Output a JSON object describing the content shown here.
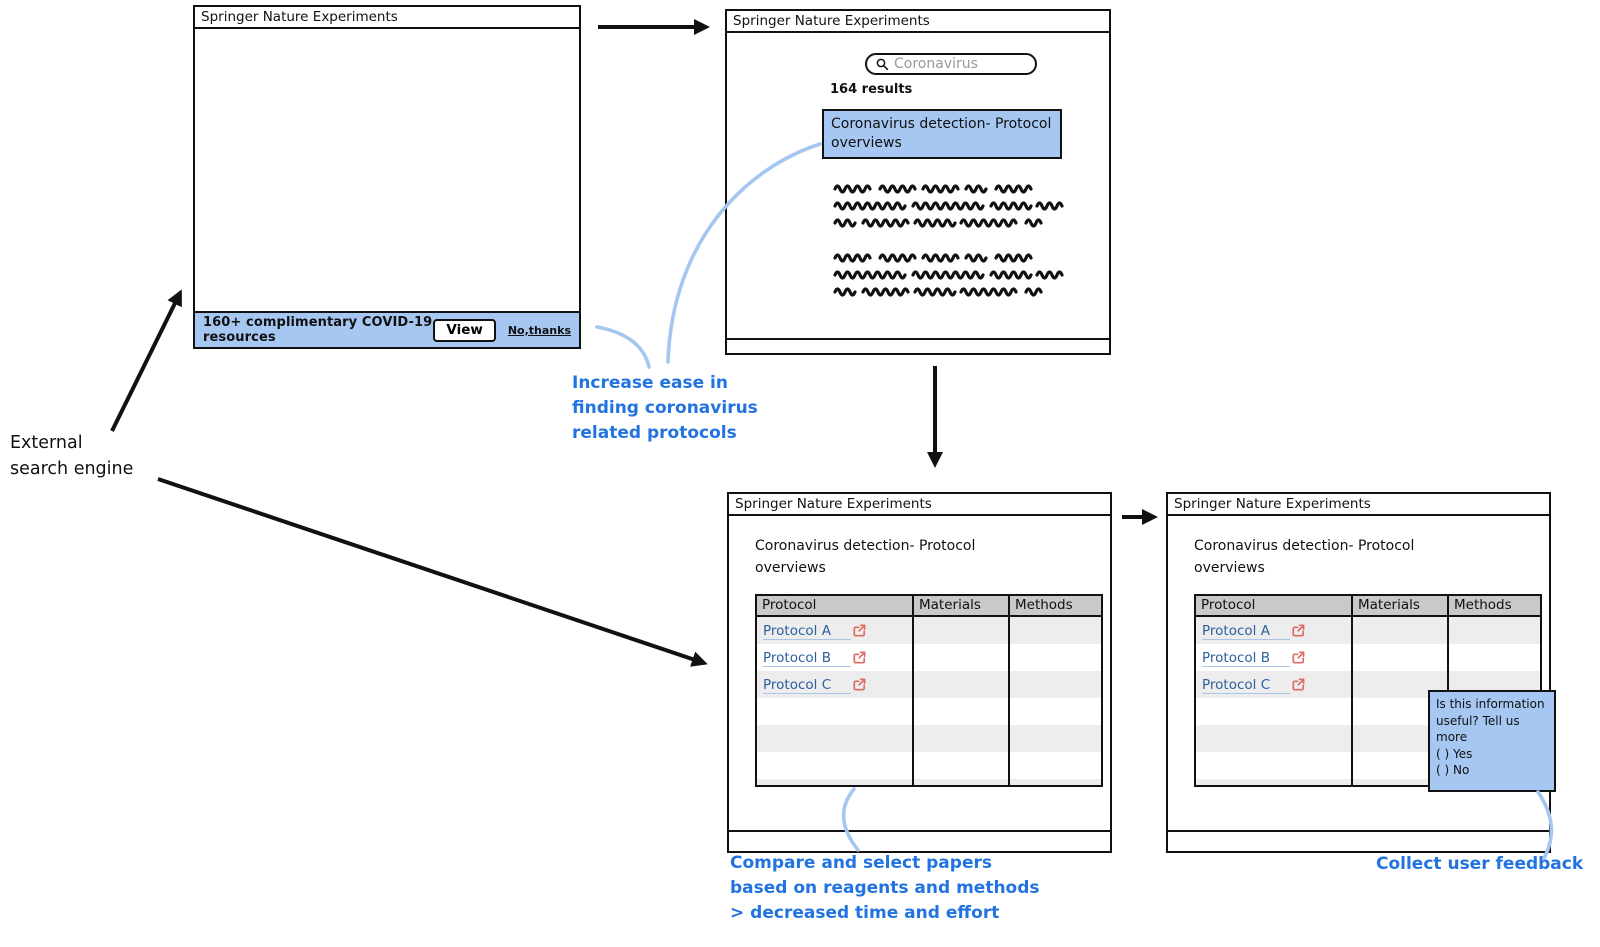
{
  "labels": {
    "external_search_engine": "External\nsearch engine"
  },
  "annotations": {
    "increase_ease": "Increase ease in\nfinding coronavirus\nrelated protocols",
    "compare_select": "Compare and select papers\nbased on reagents and methods\n> decreased time and effort",
    "collect_feedback": "Collect user feedback"
  },
  "window_landing": {
    "title": "Springer Nature Experiments",
    "banner": {
      "message": "160+ complimentary COVID-19 resources",
      "view_button": "View",
      "dismiss_link": "No,thanks"
    }
  },
  "window_search": {
    "title": "Springer Nature Experiments",
    "search_value": "Coronavirus",
    "results_count": "164 results",
    "highlighted_result": "Coronavirus detection- Protocol overviews"
  },
  "window_protocols": {
    "title": "Springer Nature Experiments",
    "heading": "Coronavirus detection- Protocol\noverviews",
    "table": {
      "columns": [
        "Protocol",
        "Materials",
        "Methods"
      ],
      "rows": [
        "Protocol A",
        "Protocol B",
        "Protocol C"
      ]
    }
  },
  "window_protocols_feedback": {
    "title": "Springer Nature Experiments",
    "heading": "Coronavirus detection- Protocol\noverviews",
    "table": {
      "columns": [
        "Protocol",
        "Materials",
        "Methods"
      ],
      "rows": [
        "Protocol A",
        "Protocol B",
        "Protocol C"
      ]
    },
    "popup": {
      "question": "Is this information useful? Tell us more",
      "option_yes": "( ) Yes",
      "option_no": "( ) No"
    }
  },
  "colors": {
    "highlight_blue": "#a6c7f1",
    "annotation_blue": "#2273e2",
    "link_blue": "#2d5f9e",
    "external_icon_red": "#dd6b64",
    "table_header_gray": "#c9c9c9",
    "row_stripe_gray": "#ededed",
    "connector_light_blue": "#a5c6ef"
  }
}
